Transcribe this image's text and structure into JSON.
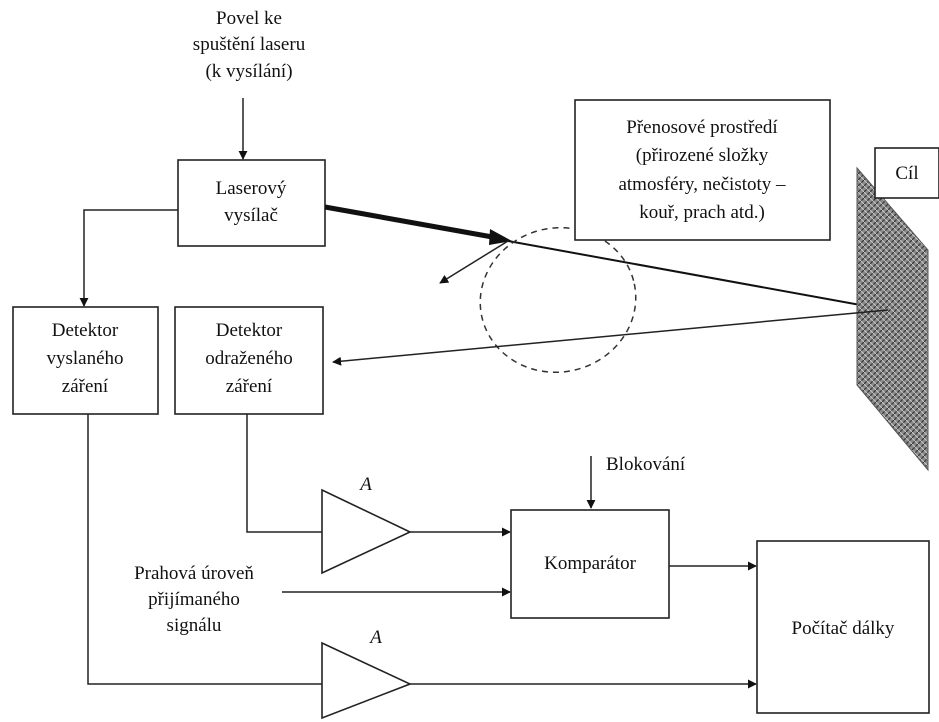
{
  "title": "",
  "command": {
    "line1": "Povel ke",
    "line2": "spuštění laseru",
    "line3": "(k vysílání)"
  },
  "laser_transmitter": {
    "line1": "Laserový",
    "line2": "vysílač"
  },
  "medium": {
    "line1": "Přenosové prostředí",
    "line2": "(přirozené složky",
    "line3": "atmosféry, nečistoty –",
    "line4": "kouř, prach atd.)"
  },
  "target": {
    "label": "Cíl"
  },
  "detector_transmitted": {
    "line1": "Detektor",
    "line2": "vyslaného",
    "line3": "záření"
  },
  "detector_reflected": {
    "line1": "Detektor",
    "line2": "odraženého",
    "line3": "záření"
  },
  "blocking": {
    "label": "Blokování"
  },
  "amplifier_top": {
    "label": "A"
  },
  "amplifier_bottom": {
    "label": "A"
  },
  "threshold": {
    "line1": "Prahová úroveň",
    "line2": "přijímaného",
    "line3": "signálu"
  },
  "comparator": {
    "label": "Komparátor"
  },
  "range_computer": {
    "label": "Počítač dálky"
  }
}
